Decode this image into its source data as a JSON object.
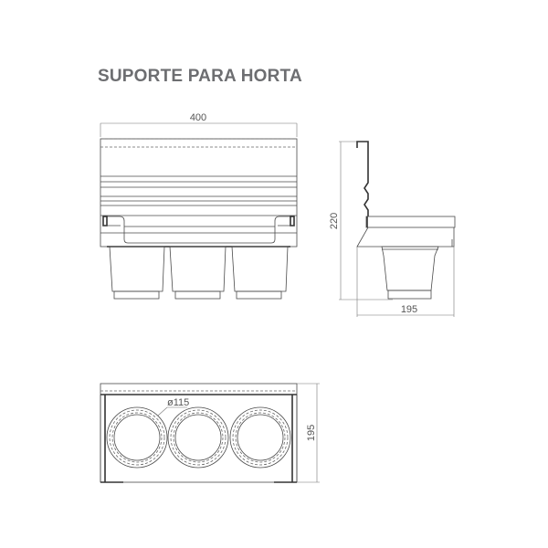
{
  "title": "SUPORTE PARA HORTA",
  "views": {
    "front": {
      "label": "front-view",
      "width_dimension": "400",
      "pots": 3
    },
    "side": {
      "label": "side-view",
      "height_dimension": "220",
      "depth_dimension": "195"
    },
    "top": {
      "label": "top-view",
      "hole_diameter": "ø115",
      "depth_dimension": "195",
      "holes": 3
    }
  },
  "colors": {
    "title": "#6d6e71",
    "lines": "#4a4a4a",
    "background": "#ffffff"
  }
}
